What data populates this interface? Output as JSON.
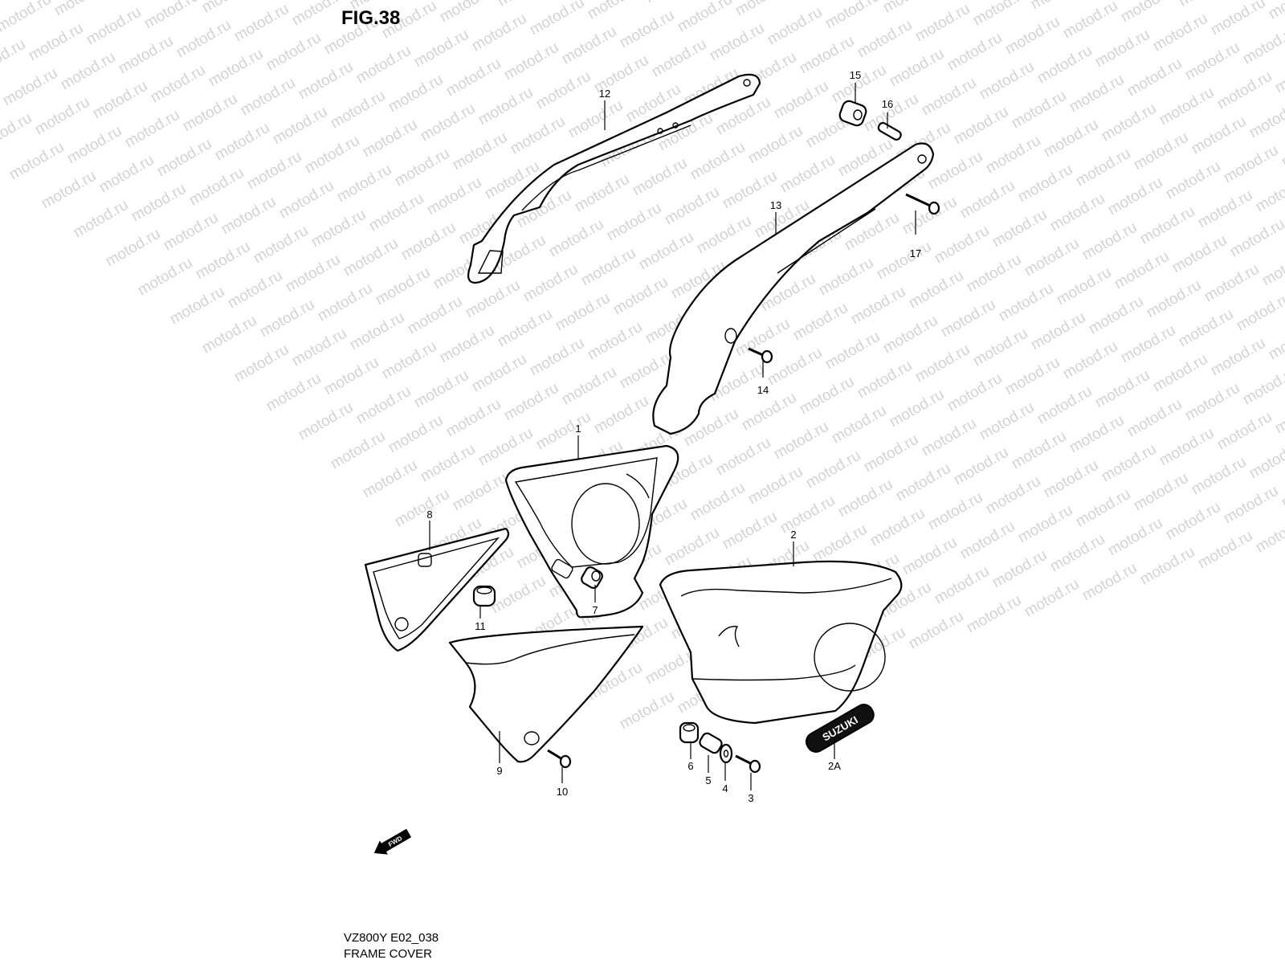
{
  "figure": {
    "title": "FIG.38",
    "code": "VZ800Y E02_038",
    "name": "FRAME COVER"
  },
  "watermark": {
    "text": "motod.ru"
  },
  "logo": {
    "text": "SUZUKI"
  },
  "direction": {
    "text": "FWD"
  },
  "callouts": [
    "1",
    "2",
    "2A",
    "3",
    "4",
    "5",
    "6",
    "7",
    "8",
    "9",
    "10",
    "11",
    "12",
    "13",
    "14",
    "15",
    "16",
    "17"
  ]
}
